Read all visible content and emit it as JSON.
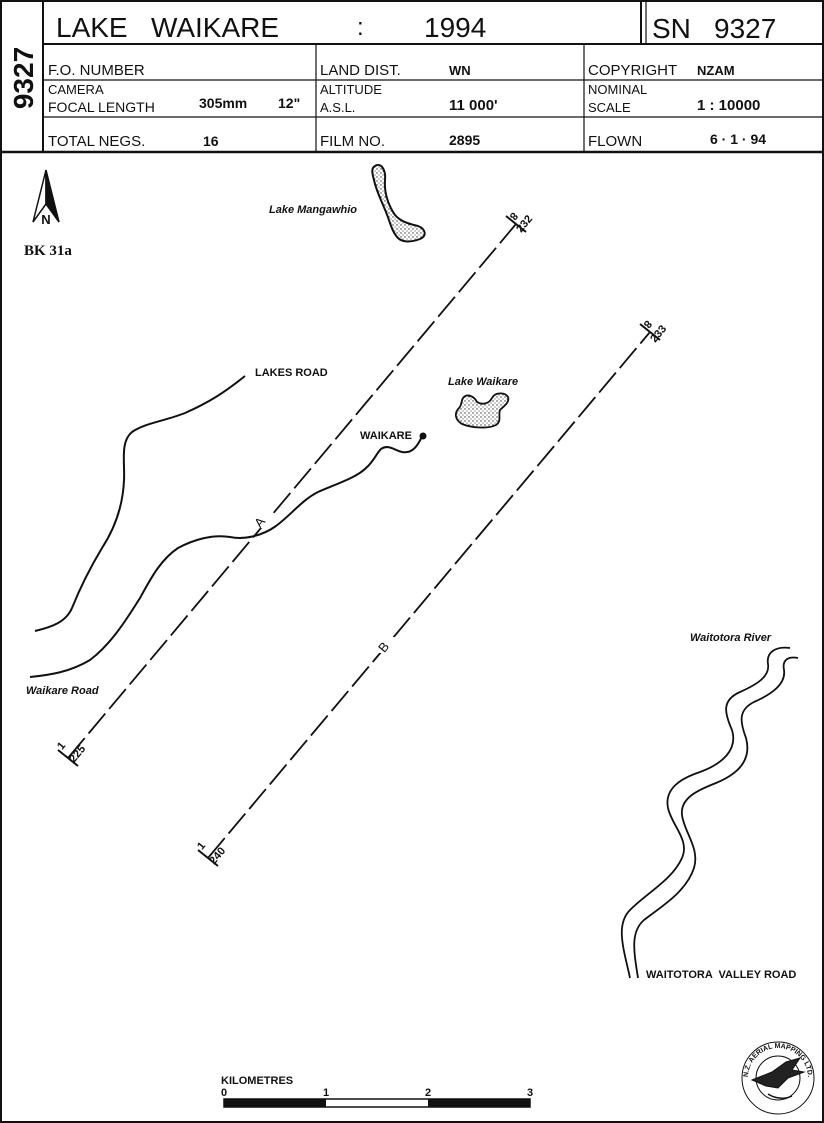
{
  "header": {
    "side_number": "9327",
    "title_name": "LAKE   WAIKARE",
    "title_colon": ":",
    "title_year": "1994",
    "sn_label": "SN",
    "sn_number": "9327",
    "fo_number_label": "F.O. NUMBER",
    "land_dist_label": "LAND DIST.",
    "land_dist_value": "WN",
    "copyright_label": "COPYRIGHT",
    "copyright_value": "NZAM",
    "camera_label": "CAMERA",
    "focal_length_label": "FOCAL LENGTH",
    "focal_length_value": "305mm",
    "focal_length_inches": "12\"",
    "altitude_label": "ALTITUDE",
    "asl_label": "A.S.L.",
    "altitude_value": "11 000'",
    "nominal_label": "NOMINAL",
    "scale_label": "SCALE",
    "scale_value": "1 : 10000",
    "total_negs_label": "TOTAL NEGS.",
    "total_negs_value": "16",
    "film_no_label": "FILM NO.",
    "film_no_value": "2895",
    "flown_label": "FLOWN",
    "flown_value": "6 · 1 · 94"
  },
  "map": {
    "north_letter": "N",
    "sheet_code": "BK 31a",
    "labels": {
      "lake_mangawhio": "Lake Mangawhio",
      "lake_waikare": "Lake Waikare",
      "lakes_road": "LAKES ROAD",
      "waikare_place": "WAIKARE",
      "waikare_road": "Waikare Road",
      "waitotora_river": "Waitotora River",
      "waitotora_valley_road": "WAITOTORA  VALLEY ROAD"
    },
    "flight_lines": [
      {
        "name": "A",
        "start_run": "1",
        "start_frame": "225",
        "end_run": "8",
        "end_frame": "232"
      },
      {
        "name": "B",
        "start_run": "1",
        "start_frame": "240",
        "end_run": "8",
        "end_frame": "233"
      }
    ],
    "scale_bar": {
      "title": "KILOMETRES",
      "ticks": [
        "0",
        "1",
        "2",
        "3"
      ]
    },
    "logo_text": "N.Z. AERIAL MAPPING LTD."
  }
}
